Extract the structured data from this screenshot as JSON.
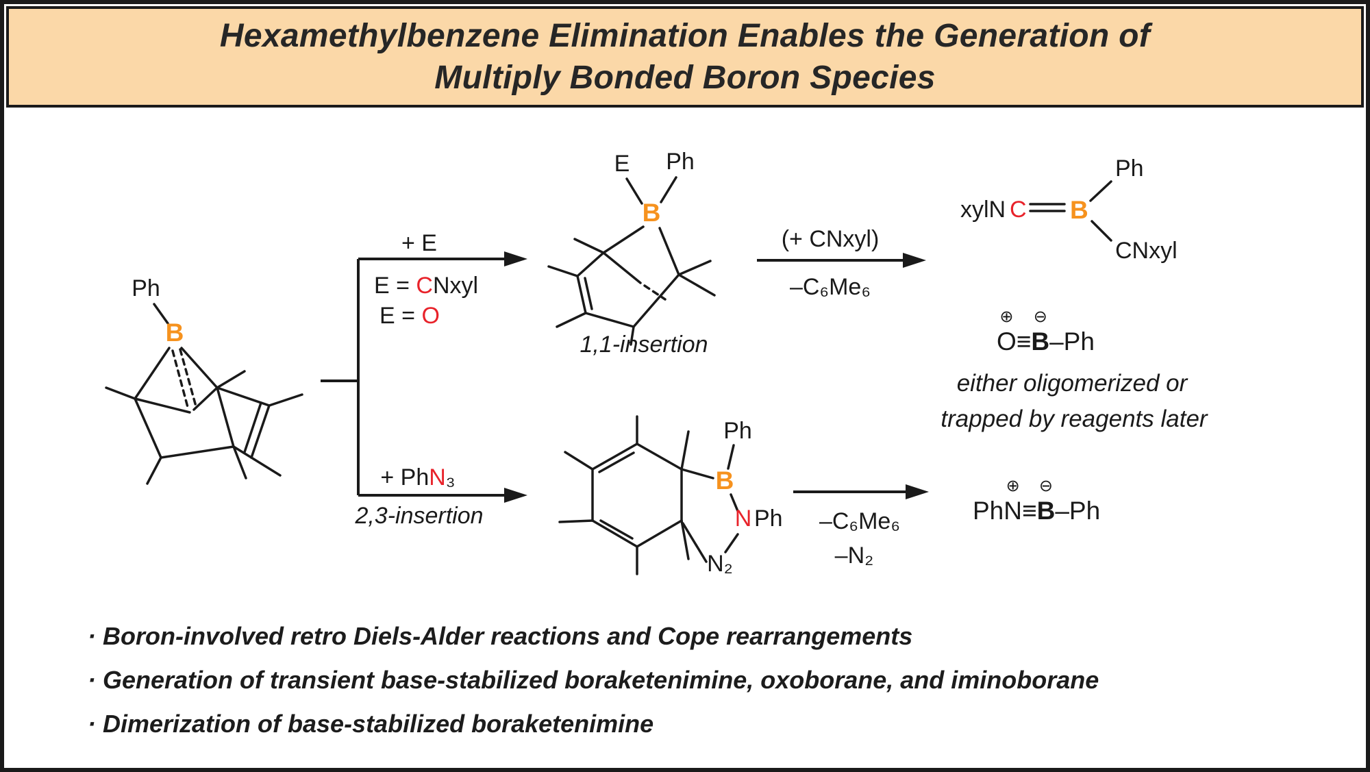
{
  "title": {
    "line1": "Hexamethylbenzene Elimination Enables the Generation of",
    "line2": "Multiply Bonded Boron Species"
  },
  "colors": {
    "boron_orange": "#F6921E",
    "hetero_red": "#E8222A",
    "banner_bg": "#FBD8A8",
    "ink": "#1A1A1A"
  },
  "start_material": {
    "ph": "Ph",
    "b": "B"
  },
  "branch_top": {
    "above": "+ E",
    "e_cn_prefix": "E = ",
    "e_cn_red": "C",
    "e_cn_rest": "Nxyl",
    "e_o_prefix": "E = ",
    "e_o_red": "O"
  },
  "intermediate_11": {
    "e": "E",
    "ph": "Ph",
    "b": "B",
    "caption": "1,1-insertion"
  },
  "arrow_to_products_top": {
    "above": "(+ CNxyl)",
    "below": "–C₆Me₆"
  },
  "boraketenimine": {
    "prefix": "xylN",
    "c": "C",
    "b": "B",
    "ph": "Ph",
    "cnxyl": "CNxyl"
  },
  "oxoborane": {
    "plus": "⊕",
    "o": "O",
    "triple": "≡",
    "minus": "⊖",
    "b": "B",
    "rest": "–Ph"
  },
  "note": {
    "line1": "either oligomerized or",
    "line2": "trapped by reagents later"
  },
  "branch_bottom": {
    "above_prefix": "+ Ph",
    "above_red": "N",
    "above_sub": "₃",
    "below": "2,3-insertion"
  },
  "azide_adduct": {
    "ph": "Ph",
    "b": "B",
    "n": "N",
    "n_ph": "Ph",
    "n2": "N₂"
  },
  "arrow_to_products_bottom": {
    "below1": "–C₆Me₆",
    "below2": "–N₂"
  },
  "iminoborane": {
    "ph": "Ph",
    "plus": "⊕",
    "n": "N",
    "triple": "≡",
    "minus": "⊖",
    "b": "B",
    "rest": "–Ph"
  },
  "bullets": [
    "· Boron-involved retro Diels-Alder reactions and Cope rearrangements",
    "· Generation of transient base-stabilized boraketenimine, oxoborane, and iminoborane",
    "· Dimerization of base-stabilized boraketenimine"
  ]
}
